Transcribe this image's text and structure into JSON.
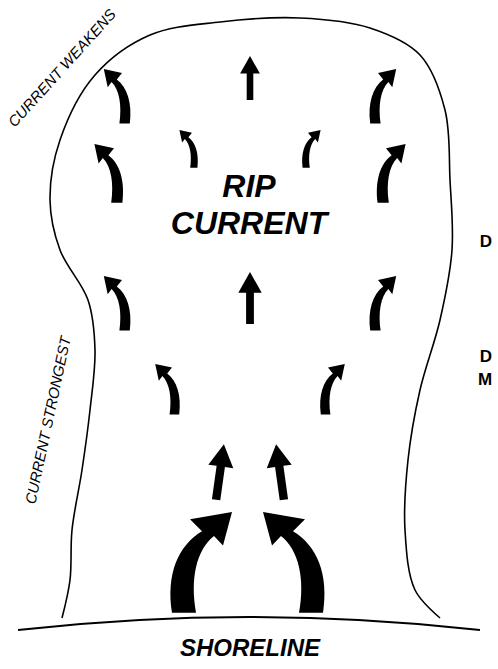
{
  "diagram": {
    "nodes": [
      {
        "text": [
          "RIP CURRENT"
        ]
      }
    ],
    "labels": [
      "CURRENT WEAKENS",
      "CURRENT STRONGEST",
      "SHORELINE",
      "D",
      "D",
      "M"
    ]
  }
}
